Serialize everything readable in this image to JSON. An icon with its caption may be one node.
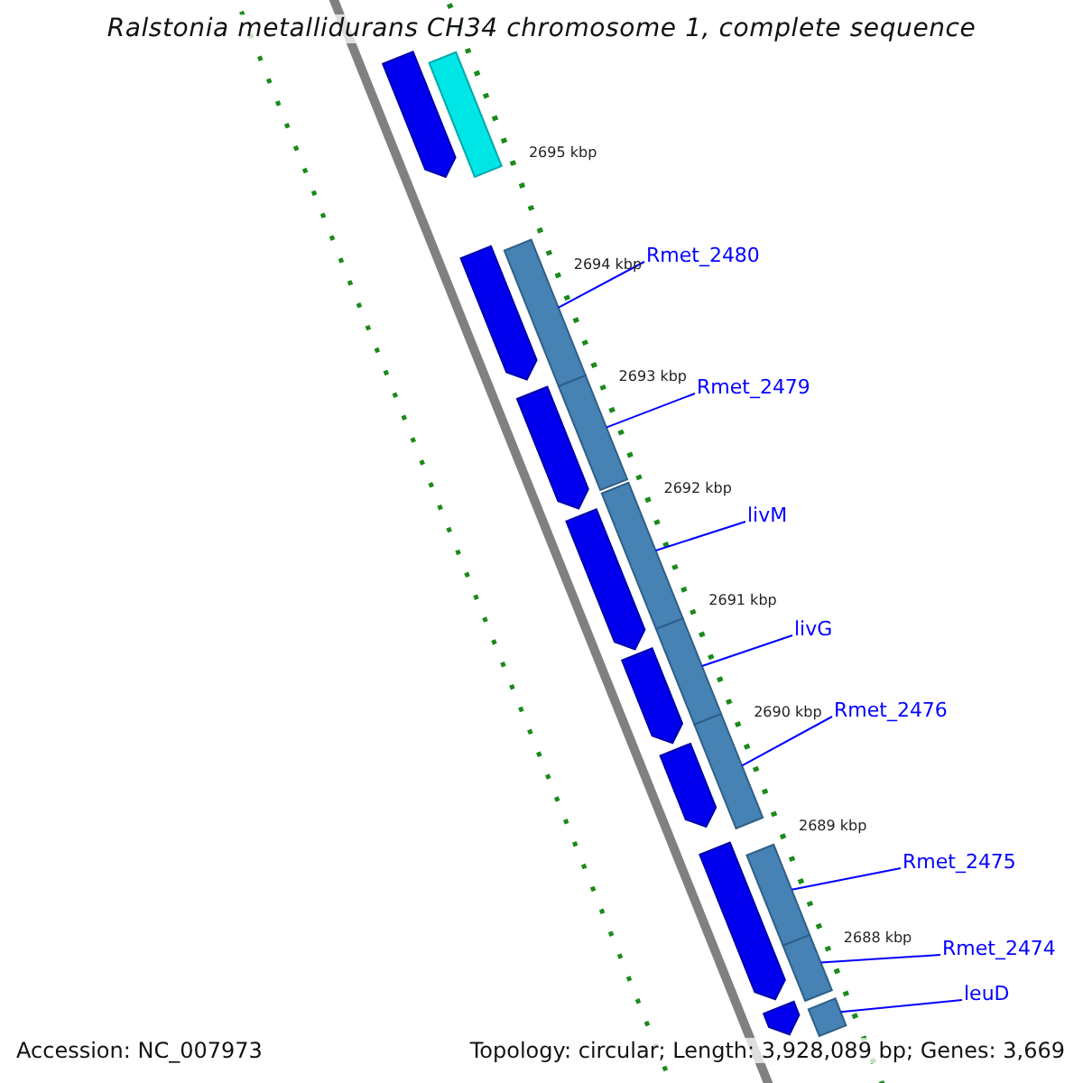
{
  "diagram": {
    "title": "Ralstonia metallidurans CH34 chromosome 1, complete sequence",
    "nodes": [
      {
        "text": [
          "Rmet_2480"
        ]
      },
      {
        "text": [
          "Rmet_2479"
        ]
      },
      {
        "text": [
          "livM"
        ]
      },
      {
        "text": [
          "livG"
        ]
      },
      {
        "text": [
          "Rmet_2476"
        ]
      },
      {
        "text": [
          "Rmet_2475"
        ]
      },
      {
        "text": [
          "Rmet_2474"
        ]
      },
      {
        "text": [
          "leuD"
        ]
      },
      {
        "text": [],
        "shape": "bar"
      },
      {
        "text": [],
        "shape": "bar"
      },
      {
        "text": [],
        "shape": "bar"
      },
      {
        "text": [],
        "shape": "bar"
      },
      {
        "text": [],
        "shape": "bar"
      },
      {
        "text": [],
        "shape": "bar"
      },
      {
        "text": [],
        "shape": "bar"
      },
      {
        "text": [],
        "shape": "bar"
      },
      {
        "text": [],
        "shape": "bar"
      },
      {
        "text": [],
        "shape": "arrow"
      },
      {
        "text": [],
        "shape": "arrow"
      },
      {
        "text": [],
        "shape": "arrow"
      },
      {
        "text": [],
        "shape": "arrow"
      },
      {
        "text": [],
        "shape": "arrow"
      },
      {
        "text": [],
        "shape": "arrow"
      },
      {
        "text": [],
        "shape": "arrow"
      },
      {
        "text": [],
        "shape": "arrow"
      }
    ],
    "edges": [
      {
        "from": 0,
        "to": 8,
        "arrow": "none"
      },
      {
        "from": 1,
        "to": 9,
        "arrow": "none"
      },
      {
        "from": 2,
        "to": 10,
        "arrow": "none"
      },
      {
        "from": 3,
        "to": 11,
        "arrow": "none"
      },
      {
        "from": 4,
        "to": 12,
        "arrow": "none"
      },
      {
        "from": 5,
        "to": 13,
        "arrow": "none"
      },
      {
        "from": 6,
        "to": 14,
        "arrow": "none"
      },
      {
        "from": 7,
        "to": 15,
        "arrow": "none"
      }
    ],
    "labels": [
      "2695 kbp",
      "2694 kbp",
      "2693 kbp",
      "2692 kbp",
      "2691 kbp",
      "2690 kbp",
      "2689 kbp",
      "2688 kbp",
      "Accession: NC_007973",
      "Topology: circular; Length: 3,928,089 bp; Genes: 3,669"
    ]
  }
}
